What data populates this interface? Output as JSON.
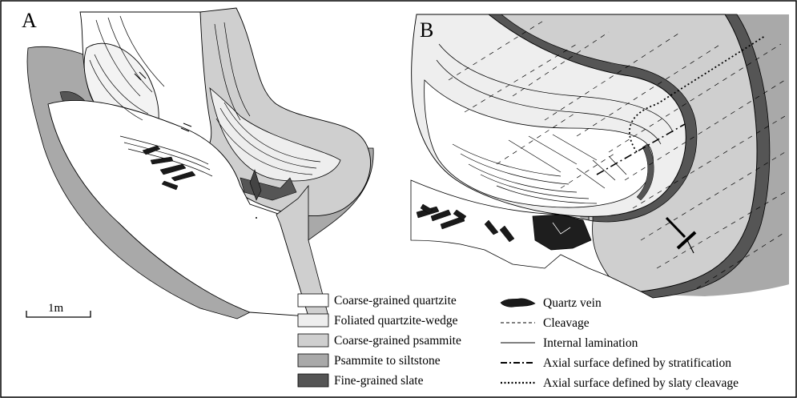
{
  "panels": {
    "a_label": "A",
    "b_label": "B"
  },
  "scale_bar": {
    "label": "1m"
  },
  "colors": {
    "coarse_quartzite": "#ffffff",
    "foliated_wedge": "#eeeeee",
    "coarse_psammite": "#cfcfcf",
    "psammite_siltstone": "#a9a9a9",
    "slate": "#555555",
    "quartz_vein": "#1a1a1a",
    "frame": "#000000"
  },
  "legend": {
    "units": [
      {
        "label": "Coarse-grained quartzite",
        "swatch": "#ffffff"
      },
      {
        "label": "Foliated quartzite-wedge",
        "swatch": "#eeeeee"
      },
      {
        "label": "Coarse-grained psammite",
        "swatch": "#cfcfcf"
      },
      {
        "label": "Psammite to siltstone",
        "swatch": "#a9a9a9"
      },
      {
        "label": "Fine-grained slate",
        "swatch": "#555555"
      }
    ],
    "symbols": [
      {
        "label": "Quartz vein",
        "icon": "quartz-vein-icon"
      },
      {
        "label": "Cleavage",
        "icon": "cleavage-line-icon"
      },
      {
        "label": "Internal lamination",
        "icon": "lamination-line-icon"
      },
      {
        "label": "Axial surface defined by stratification",
        "icon": "dash-dot-line-icon"
      },
      {
        "label": "Axial surface defined by slaty cleavage",
        "icon": "dotted-line-icon"
      }
    ]
  }
}
